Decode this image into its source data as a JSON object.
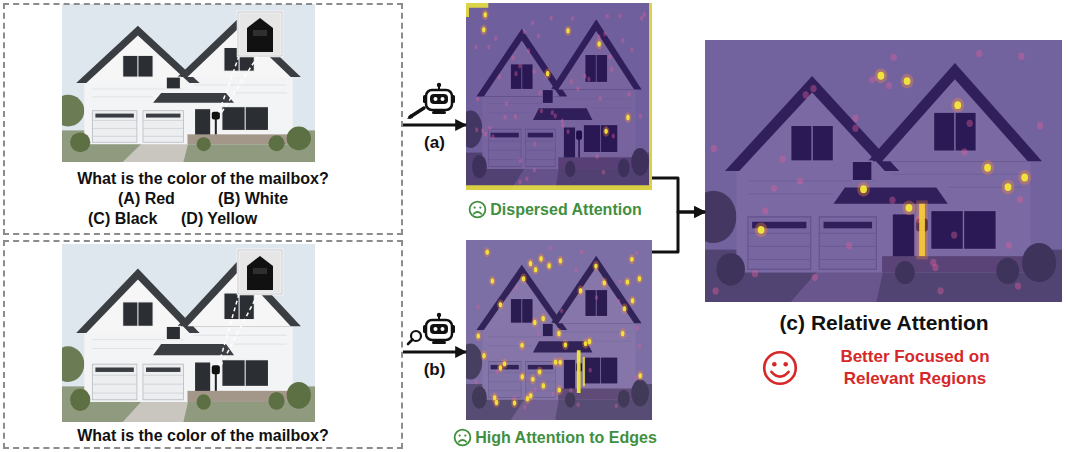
{
  "diagram": {
    "nodes": [
      {
        "text": [
          "What is the color of the mailbox?",
          "(A) Red",
          "(B) White",
          "(C) Black",
          "(D) Yellow"
        ]
      },
      {
        "text": [
          "Dispersed Attention"
        ]
      },
      {
        "text": [
          "What is the color of the mailbox?"
        ]
      },
      {
        "text": [
          "High Attention to Edges"
        ]
      },
      {
        "text": [
          "(c) Relative Attention",
          "Better Focused on Relevant Regions"
        ]
      }
    ],
    "edges": [
      {
        "from": 0,
        "to": 1,
        "arrow": "to",
        "label": "(a)"
      },
      {
        "from": 2,
        "to": 3,
        "arrow": "to",
        "label": "(b)"
      },
      {
        "from": 1,
        "to": 4,
        "arrow": "to"
      },
      {
        "from": 3,
        "to": 4,
        "arrow": "to"
      }
    ]
  }
}
